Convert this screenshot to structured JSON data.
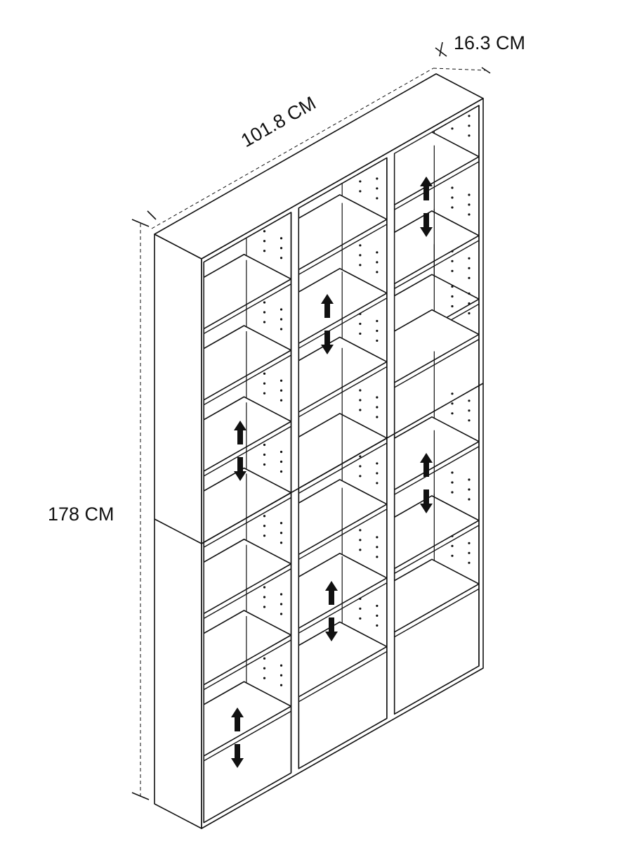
{
  "diagram": {
    "subject": "bookshelf",
    "dimensions": {
      "depth_label": "16.3 CM",
      "width_label": "101.8 CM",
      "height_label": "178 CM"
    },
    "columns": 3,
    "stacked_units": 2,
    "line_color": "#111111",
    "background": "#ffffff"
  }
}
